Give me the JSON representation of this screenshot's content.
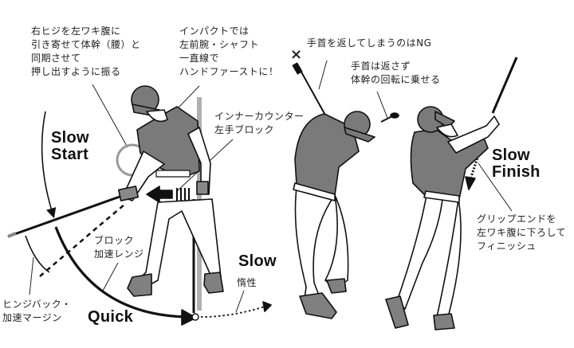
{
  "figure": {
    "type": "golf swing instructional illustration",
    "panels": [
      {
        "id": "impact",
        "description": "golfer at impact, hands ahead of ball"
      },
      {
        "id": "follow-through-ng",
        "description": "golfer in follow-through, wrist-roll NG example vs correct"
      },
      {
        "id": "finish",
        "description": "golfer at finish, grip end lowered to left side"
      }
    ]
  },
  "annotations": {
    "elbow_note": "右ヒジを左ワキ腹に\n引き寄せて体幹（腰）と\n同期させて\n押し出すように振る",
    "impact_note": "インパクトでは\n左前腕・シャフト\n一直線で\nハンドファーストに！",
    "counter_note": "インナーカウンター\n左手ブロック",
    "ng_note": "手首を返してしまうのはNG",
    "ok_note": "手首は返さず\n体幹の回転に乗せる",
    "block_note": "ブロック\n加速レンジ",
    "hinge_note": "ヒンジバック・\n加速マージン",
    "inertia_note": "惰性",
    "finish_note": "グリップエンドを\n左ワキ腹に下ろして\nフィニッシュ",
    "ng_mark": "×"
  },
  "phases": {
    "slow_start": "Slow\nStart",
    "quick": "Quick",
    "slow": "Slow",
    "slow_finish": "Slow\nFinish"
  },
  "colors": {
    "ink": "#111111",
    "shirt": "#7a7a7a",
    "shoe": "#808080",
    "guide_gray": "#a8a8a8",
    "background": "#ffffff"
  }
}
